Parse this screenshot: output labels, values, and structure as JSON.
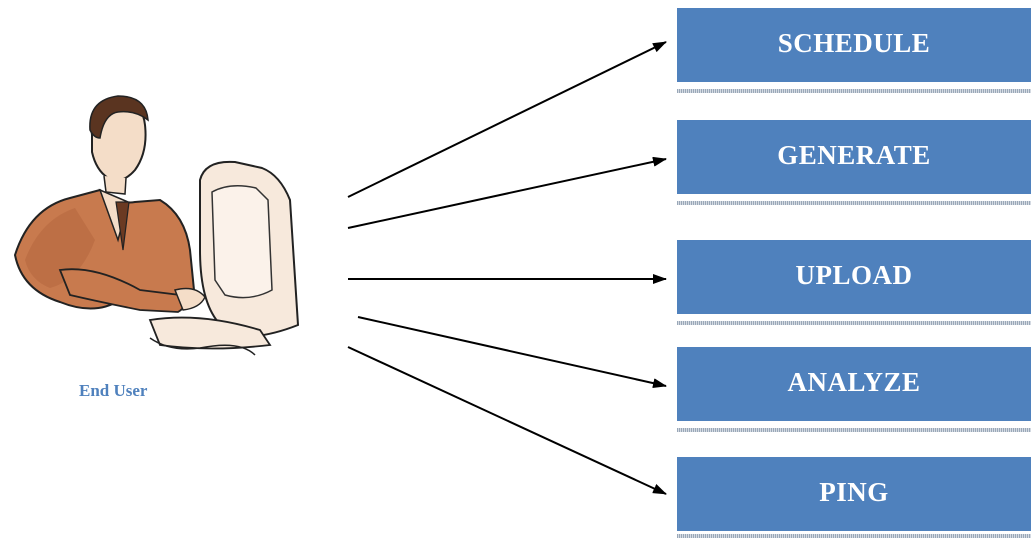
{
  "actor": {
    "label": "End User",
    "icon": "user-at-computer-icon"
  },
  "actions": [
    {
      "label": "SCHEDULE"
    },
    {
      "label": "GENERATE"
    },
    {
      "label": "UPLOAD"
    },
    {
      "label": "ANALYZE"
    },
    {
      "label": "PING"
    }
  ],
  "colors": {
    "box_fill": "#4f81bd",
    "box_text": "#ffffff",
    "label_text": "#4f81bd",
    "arrow": "#000000",
    "skin": "#c87a4e"
  }
}
